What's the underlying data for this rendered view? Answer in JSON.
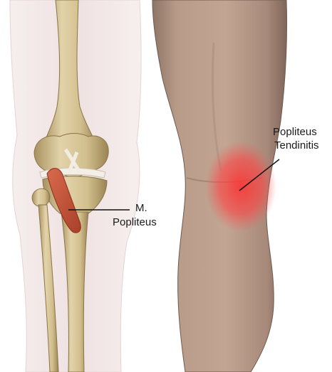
{
  "image": {
    "subject": "knee-anatomy-illustration",
    "colors": {
      "background": "#ffffff",
      "bone": "#d9c79b",
      "bone_shadow": "#a8915f",
      "skin": "#b89b88",
      "skin_shadow": "#7f665a",
      "muscle": "#c8553a",
      "inflammation": "#ff3a3a",
      "leader_line": "#111111"
    }
  },
  "labels": {
    "tendinitis_line1": "Popliteus",
    "tendinitis_line2": "Tendinitis",
    "muscle_line1": "M.",
    "muscle_line2": "Popliteus"
  }
}
